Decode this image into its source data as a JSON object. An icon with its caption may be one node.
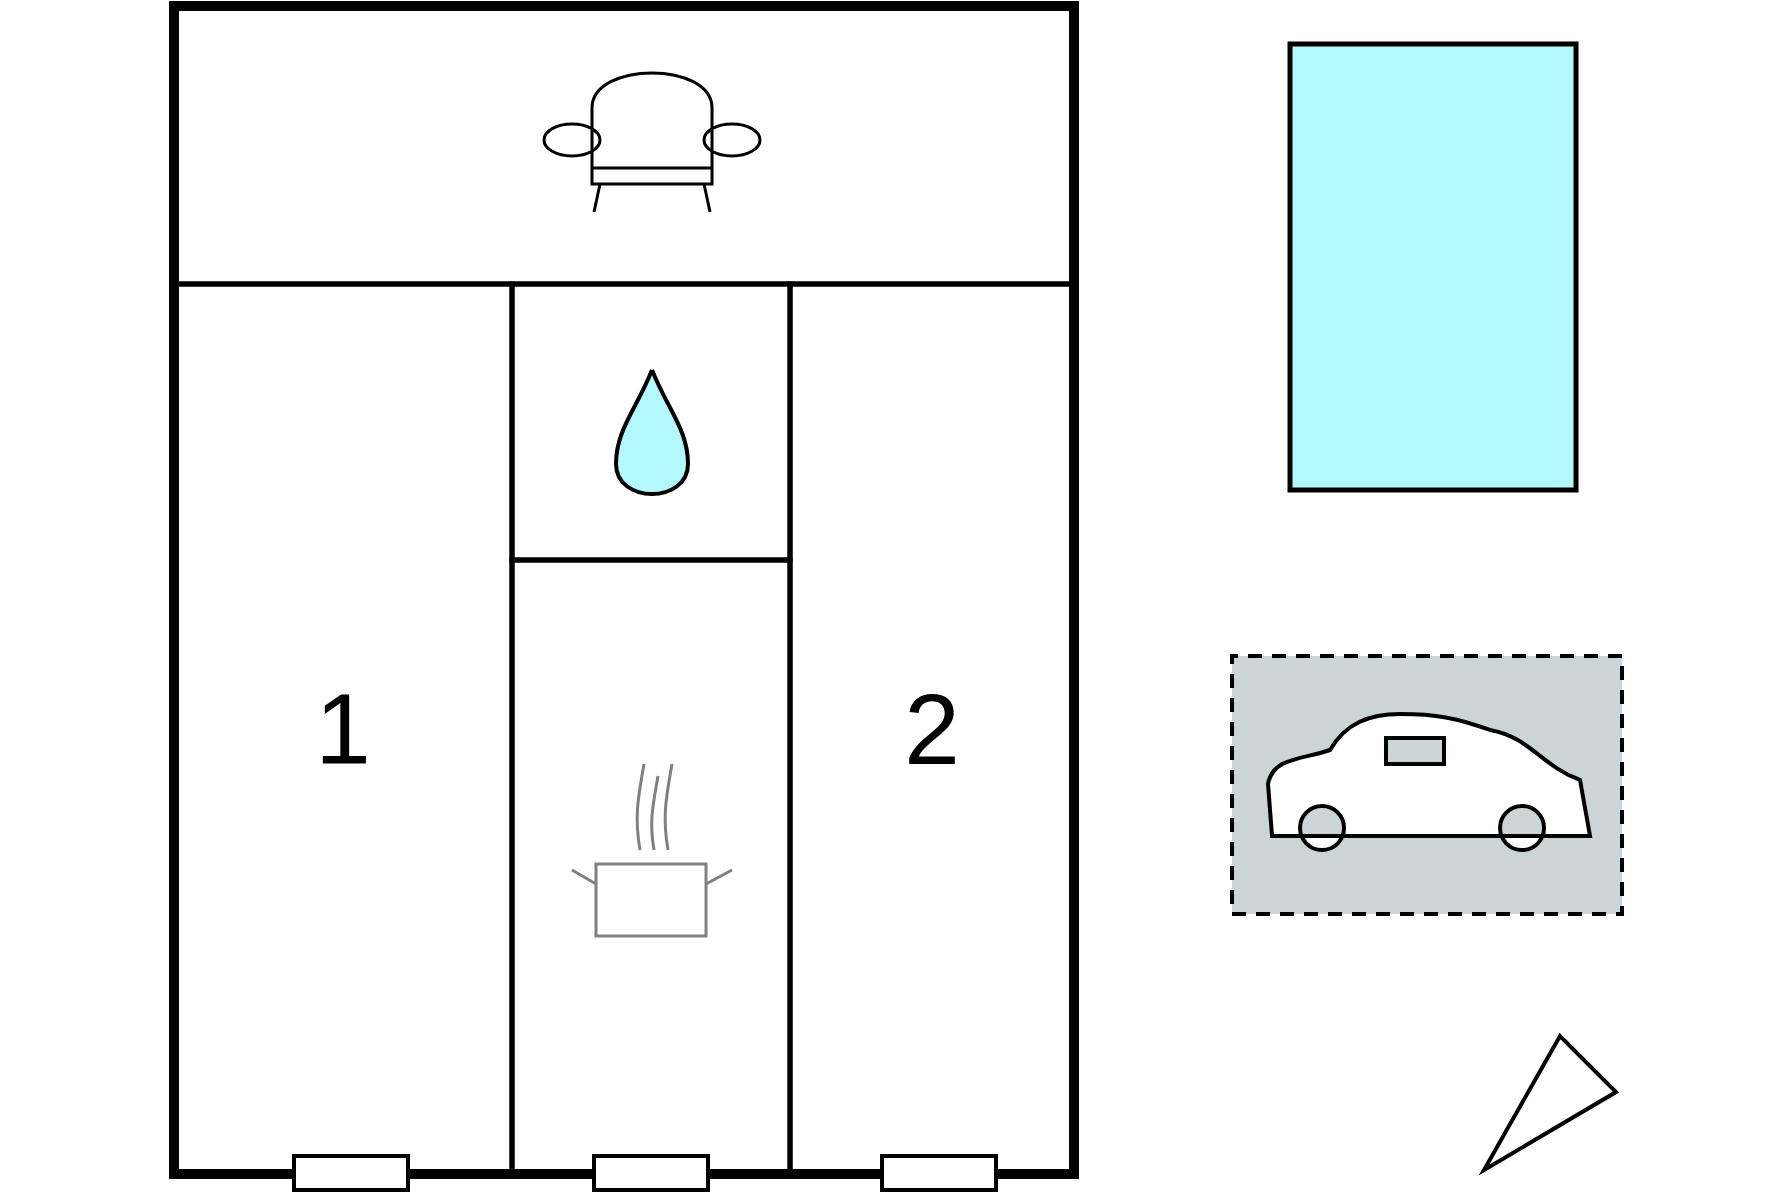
{
  "diagram": {
    "nodes": [
      {
        "text": [],
        "shape": "box"
      },
      {
        "text": [
          "1"
        ]
      },
      {
        "text": [],
        "shape": "box"
      },
      {
        "text": [],
        "shape": "box"
      },
      {
        "text": [
          "2"
        ]
      },
      {
        "text": [],
        "shape": "box"
      },
      {
        "text": [],
        "shape": "box"
      }
    ]
  }
}
